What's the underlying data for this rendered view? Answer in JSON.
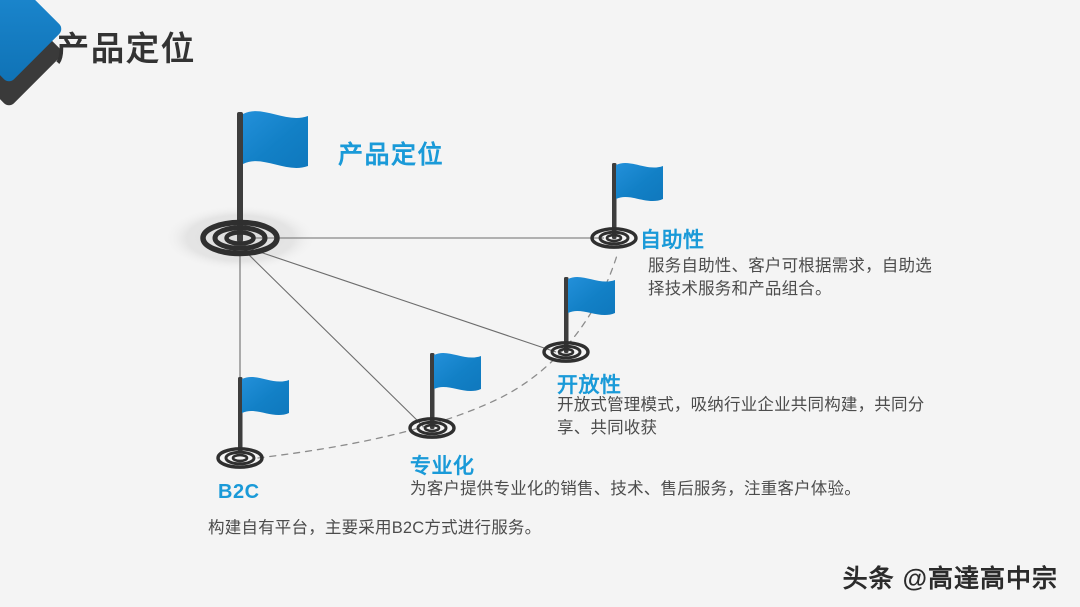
{
  "slide": {
    "title": "产品定位",
    "background_color": "#f4f4f4",
    "accent_color": "#1581c7",
    "label_color": "#1a9ad8",
    "text_color": "#4c4c4c"
  },
  "header": {
    "chevron_blue": "chevron-blue",
    "chevron_dark": "chevron-dark"
  },
  "diagram": {
    "hero": {
      "label": "产品定位",
      "flag_icon": "flag-icon",
      "target_icon": "target-icon"
    },
    "nodes": [
      {
        "key": "self_service",
        "label": "自助性",
        "desc_line1": "服务自助性、客户可根据需求，自助选",
        "desc_line2": "择技术服务和产品组合。",
        "flag_icon": "flag-icon",
        "target_icon": "target-icon"
      },
      {
        "key": "openness",
        "label": "开放性",
        "desc_line1": "开放式管理模式，吸纳行业企业共同构建，共同分",
        "desc_line2": "享、共同收获",
        "flag_icon": "flag-icon",
        "target_icon": "target-icon"
      },
      {
        "key": "specialization",
        "label": "专业化",
        "desc_line1": "为客户提供专业化的销售、技术、售后服务，注重客户体验。",
        "desc_line2": "",
        "flag_icon": "flag-icon",
        "target_icon": "target-icon"
      },
      {
        "key": "b2c",
        "label": "B2C",
        "desc_line1": "构建自有平台，主要采用B2C方式进行服务。",
        "desc_line2": "",
        "flag_icon": "flag-icon",
        "target_icon": "target-icon"
      }
    ]
  },
  "watermark": {
    "text": "头条 @高達高中宗"
  }
}
